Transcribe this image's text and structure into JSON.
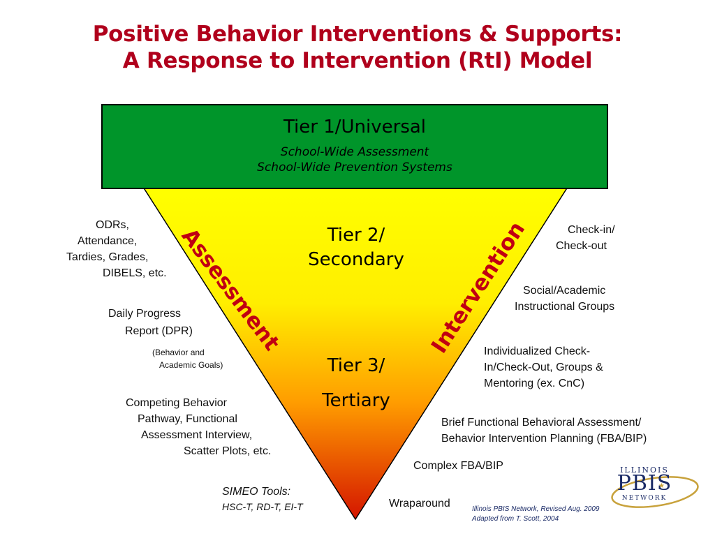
{
  "title": {
    "line1": "Positive Behavior Interventions & Supports:",
    "line2": "A Response to Intervention (RtI) Model"
  },
  "colors": {
    "title": "#b0001c",
    "tier1_fill": "#00952a",
    "funnel_top": "#ffff00",
    "funnel_mid": "#ff9900",
    "funnel_bottom": "#d41500",
    "side_labels": "#c00012"
  },
  "tiers": {
    "tier1": {
      "heading": "Tier 1/Universal",
      "sub1": "School-Wide Assessment",
      "sub2": "School-Wide Prevention Systems"
    },
    "tier2": {
      "line1": "Tier 2/",
      "line2": "Secondary"
    },
    "tier3": {
      "line1": "Tier 3/",
      "line2": "Tertiary"
    }
  },
  "side_labels": {
    "left": "Assessment",
    "right": "Intervention"
  },
  "assessment_notes": {
    "odrs": [
      "ODRs,",
      "Attendance,",
      "Tardies, Grades,",
      "DIBELS, etc."
    ],
    "dpr": [
      "Daily Progress",
      "Report (DPR)"
    ],
    "dpr_detail": [
      "(Behavior and",
      "Academic Goals)"
    ],
    "competing": [
      "Competing Behavior",
      "Pathway, Functional",
      "Assessment Interview,",
      "Scatter Plots, etc."
    ],
    "simeo": [
      "SIMEO Tools:",
      "HSC-T, RD-T, EI-T"
    ]
  },
  "intervention_notes": {
    "cico": [
      "Check-in/",
      "Check-out"
    ],
    "social": [
      "Social/Academic",
      "Instructional Groups"
    ],
    "individualized": [
      "Individualized Check-",
      "In/Check-Out, Groups &",
      "Mentoring (ex. CnC)"
    ],
    "fba": [
      "Brief Functional Behavioral Assessment/",
      "Behavior Intervention Planning (FBA/BIP)"
    ],
    "complex": "Complex FBA/BIP",
    "wrap": "Wraparound"
  },
  "credit": {
    "line1": "Illinois PBIS Network, Revised Aug. 2009",
    "line2": "Adapted from T. Scott, 2004"
  },
  "logo": {
    "word1": "ILLINOIS",
    "word2": "PBIS",
    "word3": "NETWORK"
  }
}
